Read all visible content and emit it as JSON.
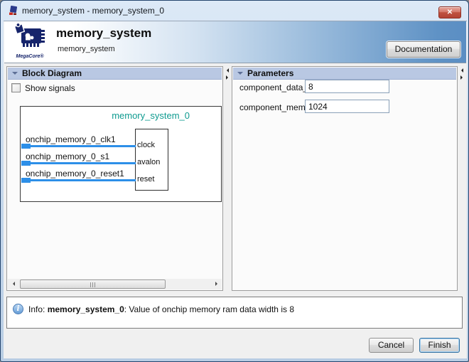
{
  "window": {
    "title": "memory_system - memory_system_0",
    "close_glyph": "✕"
  },
  "banner": {
    "title": "memory_system",
    "subtitle": "memory_system",
    "logo_caption": "MegaCore®",
    "documentation_label": "Documentation"
  },
  "block_diagram": {
    "header_label": "Block Diagram",
    "show_signals_label": "Show signals",
    "show_signals_checked": false,
    "instance_name": "memory_system_0",
    "signals": [
      {
        "label": "onchip_memory_0_clk1",
        "port": "clock"
      },
      {
        "label": "onchip_memory_0_s1",
        "port": "avalon"
      },
      {
        "label": "onchip_memory_0_reset1",
        "port": "reset"
      }
    ]
  },
  "parameters": {
    "header_label": "Parameters",
    "fields": [
      {
        "label": "component_data_width:",
        "value": "8"
      },
      {
        "label": "component_memory_size:",
        "value": "1024"
      }
    ]
  },
  "info_bar": {
    "prefix": "Info: ",
    "source": "memory_system_0",
    "message": ": Value of onchip memory ram data width is 8"
  },
  "footer": {
    "cancel_label": "Cancel",
    "finish_label": "Finish"
  },
  "colors": {
    "signal_blue": "#2d8fe8",
    "diagram_title_teal": "#0f9b90",
    "section_header_bg": "#b9c8e3",
    "banner_blue_right": "#5b8ec3",
    "close_button_red": "#c05240",
    "logo_navy": "#16246b"
  }
}
